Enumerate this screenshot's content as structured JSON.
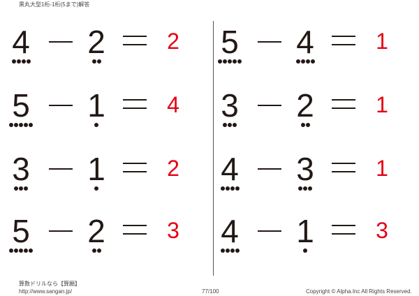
{
  "header": {
    "title": "黒丸大型1桁-1桁(5まで)解答"
  },
  "problems": [
    {
      "a": "4",
      "b": "2",
      "answer": "2"
    },
    {
      "a": "5",
      "b": "1",
      "answer": "4"
    },
    {
      "a": "3",
      "b": "1",
      "answer": "2"
    },
    {
      "a": "5",
      "b": "2",
      "answer": "3"
    },
    {
      "a": "5",
      "b": "4",
      "answer": "1"
    },
    {
      "a": "3",
      "b": "2",
      "answer": "1"
    },
    {
      "a": "4",
      "b": "3",
      "answer": "1"
    },
    {
      "a": "4",
      "b": "1",
      "answer": "3"
    }
  ],
  "colors": {
    "answer": "#e60012",
    "ink": "#231815"
  },
  "footer": {
    "brand": "算数ドリルなら【算願】",
    "url": "http://www.sangan.jp/",
    "page": "77/100",
    "copyright": "Copyright © Alpha.Inc All Rights Reserved."
  }
}
